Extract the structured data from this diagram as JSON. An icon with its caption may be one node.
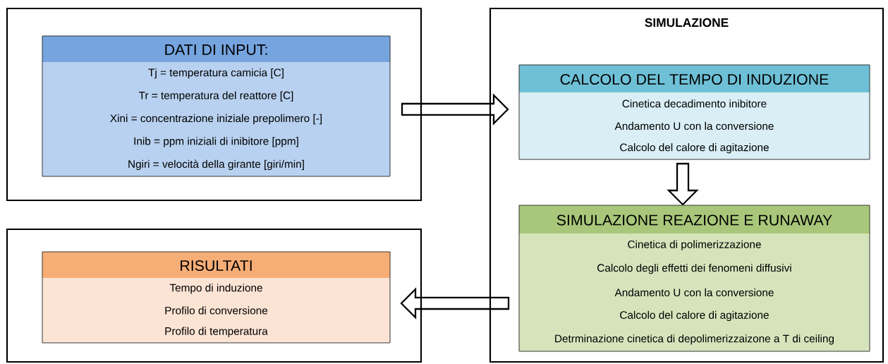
{
  "diagram": {
    "nodes": [
      {
        "text": [],
        "shape": "box"
      },
      {
        "text": [
          "DATI DI INPUT:",
          "Tj = temperatura camicia [C]",
          "Tr = temperatura del reattore [C]",
          "Xini = concentrazione iniziale prepolimero [-]",
          "Inib = ppm iniziali di inibitore [ppm]",
          "Ngiri = velocità della girante [giri/min]"
        ],
        "in": 0
      },
      {
        "text": [
          "SIMULAZIONE"
        ]
      },
      {
        "text": [
          "CALCOLO DEL TEMPO DI INDUZIONE",
          "Cinetica decadimento inibitore",
          "Andamento U con la conversione",
          "Calcolo del calore di agitazione"
        ],
        "in": 2
      },
      {
        "text": [
          "SIMULAZIONE REAZIONE E RUNAWAY",
          "Cinetica di polimerizzazione",
          "Calcolo degli effetti dei fenomeni diffusivi",
          "Andamento U con la conversione",
          "Calcolo del calore di agitazione",
          "Detrminazione cinetica di depolimerizzaizone a T di ceiling"
        ],
        "in": 2
      },
      {
        "text": [],
        "shape": "box"
      },
      {
        "text": [
          "RISULTATI",
          "Tempo di induzione",
          "Profilo di conversione",
          "Profilo di temperatura"
        ],
        "in": 5
      }
    ],
    "edges": [
      {
        "from": 1,
        "to": 3,
        "arrow": "to"
      },
      {
        "from": 3,
        "to": 4,
        "arrow": "to"
      },
      {
        "from": 4,
        "to": 6,
        "arrow": "to"
      }
    ]
  }
}
